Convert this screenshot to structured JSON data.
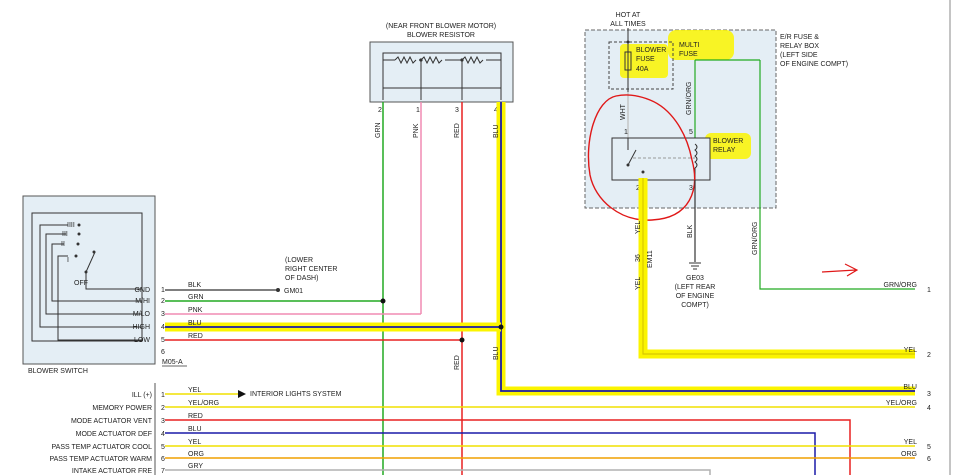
{
  "diagram": {
    "blower_resistor": {
      "caption_line1": "(NEAR FRONT BLOWER MOTOR)",
      "caption_line2": "BLOWER RESISTOR",
      "pin2": "2",
      "pin1": "1",
      "pin3": "3",
      "pin4": "4",
      "wire_grn": "GRN",
      "wire_pnk": "PNK",
      "wire_red": "RED",
      "wire_blu": "BLU"
    },
    "fuse_box": {
      "hot_line1": "HOT AT",
      "hot_line2": "ALL TIMES",
      "box_line1": "E/R FUSE &",
      "box_line2": "RELAY BOX",
      "box_line3": "(LEFT SIDE",
      "box_line4": "OF ENGINE COMPT)",
      "fuse_line1": "BLOWER",
      "fuse_line2": "FUSE",
      "fuse_line3": "40A",
      "multi_line1": "MULTI",
      "multi_line2": "FUSE",
      "relay_line1": "BLOWER",
      "relay_line2": "RELAY",
      "wire_wht": "WHT",
      "wire_grnorg": "GRN/ORG",
      "wire_grnorg2": "GRN/ORG",
      "relay_pin1": "1",
      "relay_pin5": "5",
      "relay_pin2": "2",
      "relay_pin3": "3"
    },
    "ground": {
      "wire_blk": "BLK",
      "code": "GE03",
      "line1": "(LEFT REAR",
      "line2": "OF ENGINE",
      "line3": "COMPT)"
    },
    "connector_em11": {
      "wire_yel": "YEL",
      "pin": "36",
      "code": "EM11",
      "wire_yel2": "YEL"
    },
    "blower_switch": {
      "title": "BLOWER SWITCH",
      "connector": "M05-A",
      "pos_4": "IIII",
      "pos_3": "III",
      "pos_2": "II",
      "pos_1": "I",
      "pos_off": "OFF",
      "pins": [
        {
          "num": "1",
          "name": "GND",
          "wire": "BLK"
        },
        {
          "num": "2",
          "name": "M/HI",
          "wire": "GRN"
        },
        {
          "num": "3",
          "name": "M/LO",
          "wire": "PNK"
        },
        {
          "num": "4",
          "name": "HIGH",
          "wire": "BLU"
        },
        {
          "num": "5",
          "name": "LOW",
          "wire": "RED"
        },
        {
          "num": "6",
          "name": "",
          "wire": ""
        }
      ]
    },
    "gm01": {
      "line1": "(LOWER",
      "line2": "RIGHT CENTER",
      "line3": "OF DASH)",
      "code": "GM01"
    },
    "red_vertical_label": "RED",
    "blu_vertical_label": "BLU",
    "lower_connector": {
      "pins": [
        {
          "num": "1",
          "name": "ILL (+)",
          "wire": "YEL"
        },
        {
          "num": "2",
          "name": "MEMORY POWER",
          "wire": "YEL/ORG"
        },
        {
          "num": "3",
          "name": "MODE ACTUATOR VENT",
          "wire": "RED"
        },
        {
          "num": "4",
          "name": "MODE ACTUATOR DEF",
          "wire": "BLU"
        },
        {
          "num": "5",
          "name": "PASS TEMP ACTUATOR COOL",
          "wire": "YEL"
        },
        {
          "num": "6",
          "name": "PASS TEMP ACTUATOR WARM",
          "wire": "ORG"
        },
        {
          "num": "7",
          "name": "INTAKE ACTUATOR FRE",
          "wire": "GRY"
        }
      ],
      "interior_lights": "INTERIOR LIGHTS SYSTEM"
    },
    "right_side": [
      {
        "wire": "GRN/ORG",
        "num": "1"
      },
      {
        "wire": "YEL",
        "num": "2"
      },
      {
        "wire": "BLU",
        "num": "3"
      },
      {
        "wire": "YEL/ORG",
        "num": "4"
      },
      {
        "wire": "YEL",
        "num": "5"
      },
      {
        "wire": "ORG",
        "num": "6"
      }
    ],
    "colors": {
      "wire_green": "#22aa22",
      "wire_pink": "#f08cb4",
      "wire_red": "#e82020",
      "wire_blue": "#1a1aa8",
      "wire_yellow": "#f0e000",
      "highlight": "#fbf400",
      "wire_orange": "#f0a000",
      "wire_gray": "#b0b0b0",
      "box_fill": "#e4eef5",
      "annotation_red": "#e01818"
    }
  }
}
